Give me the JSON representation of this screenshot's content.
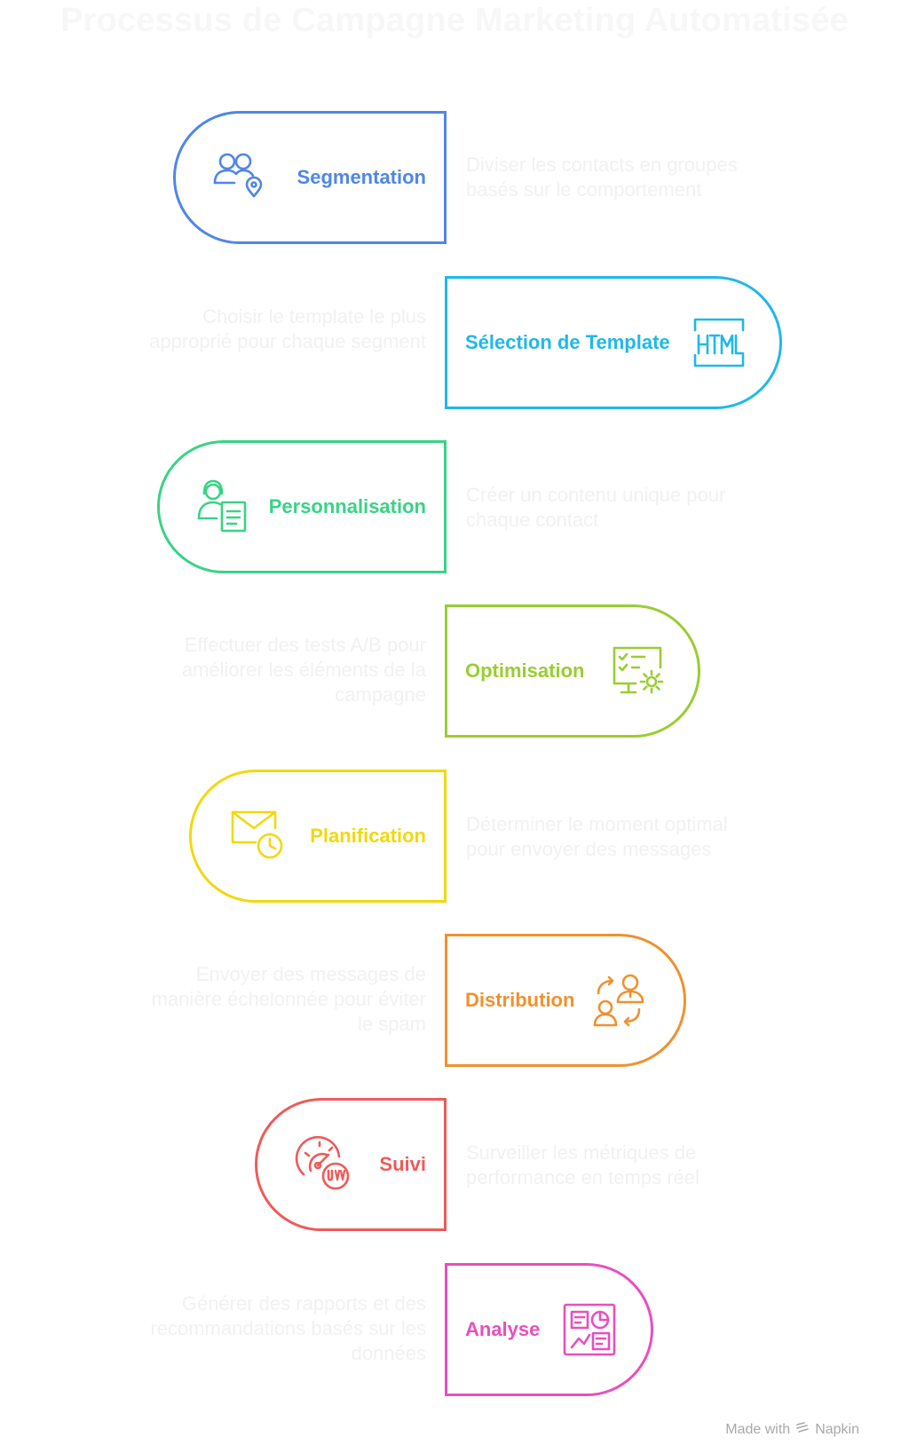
{
  "title": "Processus de Campagne Marketing Automatisée",
  "steps": [
    {
      "label": "Segmentation",
      "color": "#4f86e8",
      "icon": "users-location-icon",
      "description": "Diviser les contacts en groupes basés sur le comportement"
    },
    {
      "label": "Sélection de Template",
      "color": "#1fb8ea",
      "icon": "html-icon",
      "description": "Choisir le template le plus approprié pour chaque segment"
    },
    {
      "label": "Personnalisation",
      "color": "#39d385",
      "icon": "user-document-icon",
      "description": "Créer un contenu unique pour chaque contact"
    },
    {
      "label": "Optimisation",
      "color": "#9acd32",
      "icon": "checklist-gear-icon",
      "description": "Effectuer des tests A/B pour améliorer les éléments de la campagne"
    },
    {
      "label": "Planification",
      "color": "#f2d80f",
      "icon": "mail-clock-icon",
      "description": "Déterminer le moment optimal pour envoyer des messages"
    },
    {
      "label": "Distribution",
      "color": "#f0912e",
      "icon": "users-exchange-icon",
      "description": "Envoyer des messages de manière échelonnée pour éviter le spam"
    },
    {
      "label": "Suivi",
      "color": "#ef5a5a",
      "icon": "gauge-icon",
      "description": "Surveiller les métriques de performance en temps réel"
    },
    {
      "label": "Analyse",
      "color": "#ea4ebf",
      "icon": "dashboard-icon",
      "description": "Générer des rapports et des recommandations basés sur les données"
    }
  ],
  "footer": {
    "made_with": "Made with",
    "brand": "Napkin"
  }
}
